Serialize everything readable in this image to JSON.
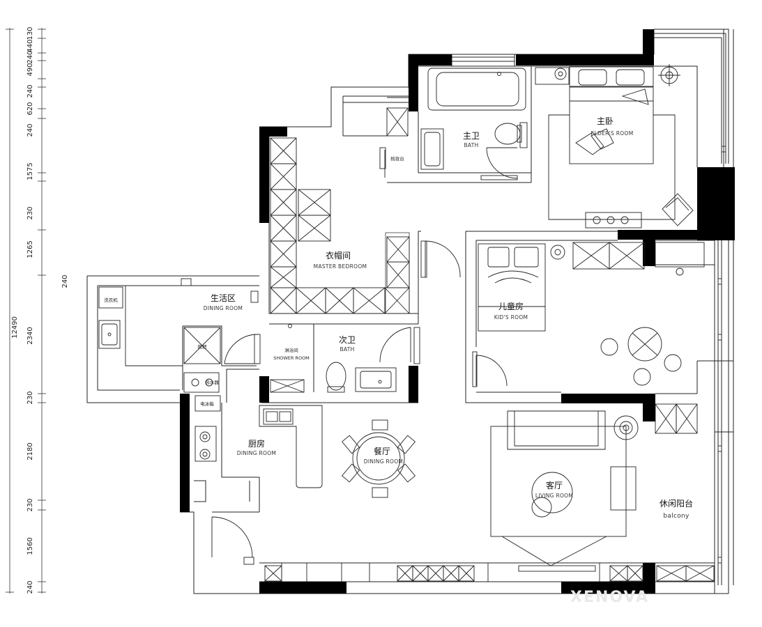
{
  "rooms": {
    "master_bedroom": {
      "cn": "主卧",
      "en": "ELDER'S ROOM"
    },
    "master_bath": {
      "cn": "主卫",
      "en": "BATH"
    },
    "cloakroom": {
      "cn": "衣帽间",
      "en": "MASTER BEDROOM"
    },
    "dressing_table": {
      "cn": "梳妆台"
    },
    "kids_room": {
      "cn": "儿童房",
      "en": "KID'S ROOM"
    },
    "living_area": {
      "cn": "生活区",
      "en": "DINING ROOM"
    },
    "washer": {
      "cn": "洗衣机"
    },
    "mop_sink": {
      "cn": "拖把"
    },
    "shower": {
      "cn": "淋浴间",
      "en": "SHOWER ROOM"
    },
    "second_bath": {
      "cn": "次卫",
      "en": "BATH"
    },
    "kitchen": {
      "cn": "厨房",
      "en": "DINING ROOM"
    },
    "water_heater": {
      "cn": "热水器"
    },
    "fridge": {
      "cn": "电冰箱"
    },
    "dining": {
      "cn": "餐厅",
      "en": "DINING ROOM"
    },
    "living_room": {
      "cn": "客厅",
      "en": "LIVING ROOM"
    },
    "balcony": {
      "cn": "休闲阳台",
      "en": "balcony"
    }
  },
  "dimensions": {
    "total": "12490",
    "left_column": [
      "130",
      "440",
      "240",
      "490",
      "240",
      "620",
      "240",
      "1575",
      "230",
      "1265",
      "240",
      "2340",
      "230",
      "2180",
      "230",
      "1560",
      "240"
    ]
  },
  "watermark": "XENOVA"
}
